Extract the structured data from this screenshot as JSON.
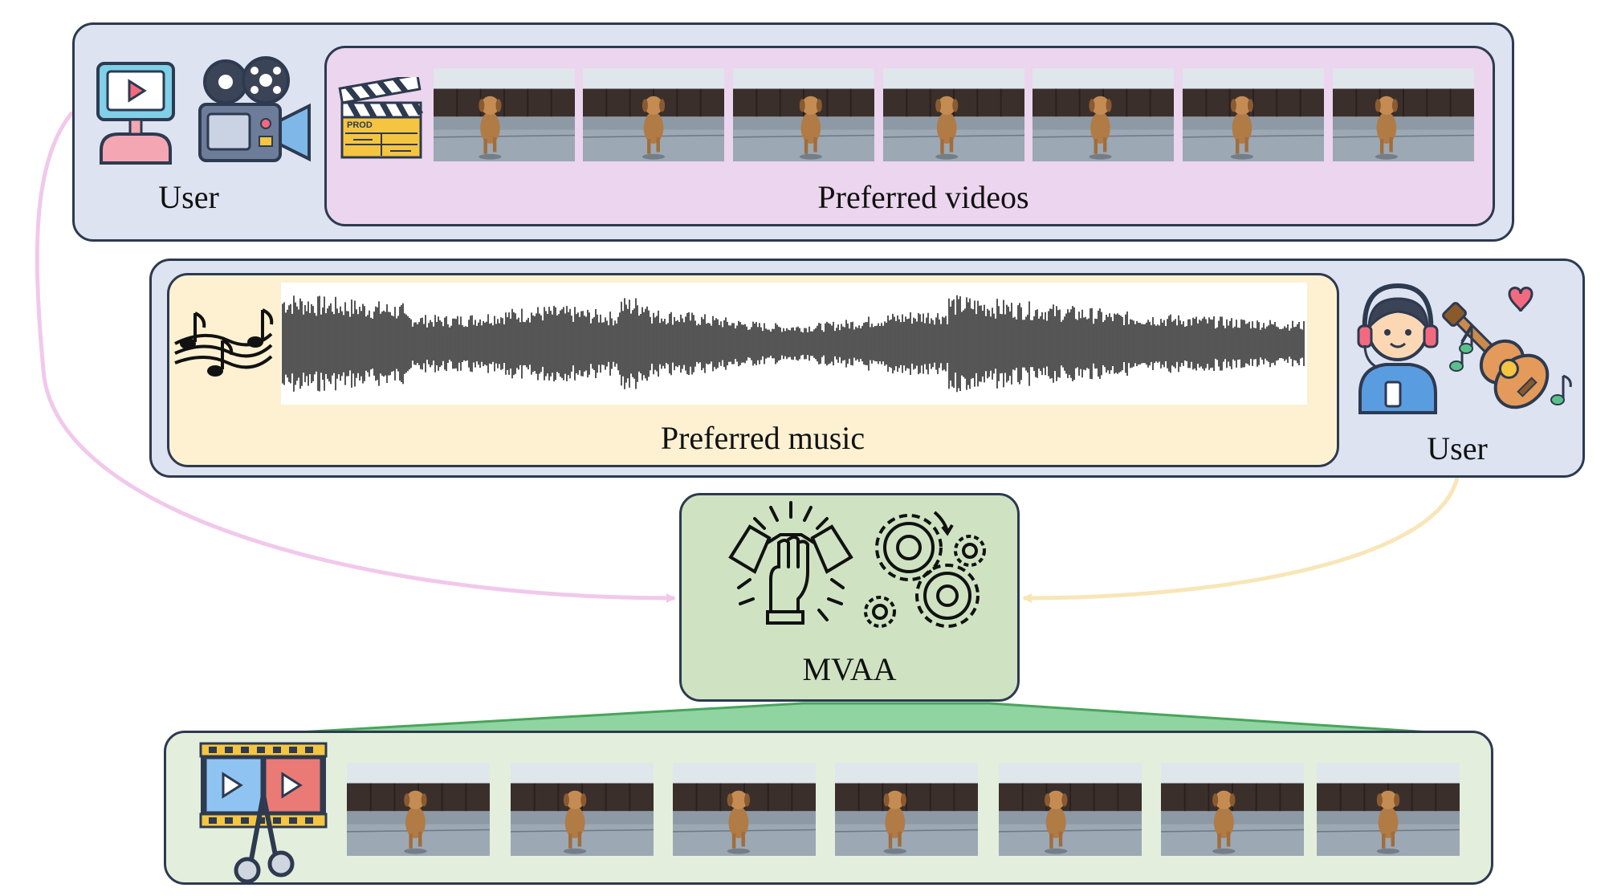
{
  "top_section": {
    "user_label": "User",
    "videos_label": "Preferred videos",
    "clapper_text": "PROD",
    "frame_count": 7
  },
  "middle_section": {
    "music_label": "Preferred music",
    "user_label": "User"
  },
  "center_node": {
    "label": "MVAA"
  },
  "bottom_section": {
    "frame_count": 7
  },
  "colors": {
    "outer_panel": "#dde3f1",
    "videos_panel": "#ecd5ee",
    "music_panel": "#fdf1d2",
    "mvaa_box": "#cfe3c2",
    "output_panel": "#e3efdc",
    "pink_arrow": "#f1c8ec",
    "yellow_arrow": "#f8e6b8",
    "green_funnel": "#8fd4a1"
  }
}
